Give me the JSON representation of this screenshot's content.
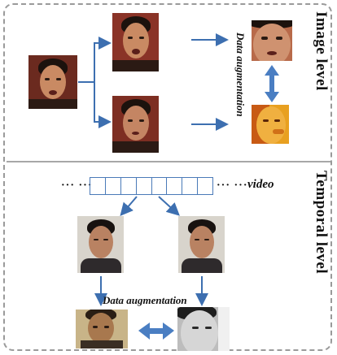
{
  "labels": {
    "image_level": "Image level",
    "temporal_level": "Temporal level",
    "data_augmentation_top": "Data augmentation",
    "data_augmentation_bottom": "Data augmentation",
    "video": "video",
    "ellipsis_left": "··· ···",
    "ellipsis_right": "··· ···"
  },
  "colors": {
    "arrow": "#3d6fb0",
    "frame": "#9a9a9a",
    "video_cells": "#4a7ab8",
    "double_arrow": "#4a7ec2"
  },
  "video_strip": {
    "cell_count": 8
  },
  "thumbnails": {
    "source_face": "face-image",
    "top_branch_face": "face-image",
    "bottom_branch_face": "face-image",
    "cropped_face": "face-crop-image",
    "color_jittered_face": "face-color-jitter-image",
    "frame_left": "video-frame-image",
    "frame_right": "video-frame-image",
    "frame_left_augmented": "video-frame-color-image",
    "frame_right_augmented": "video-frame-grayscale-image"
  }
}
